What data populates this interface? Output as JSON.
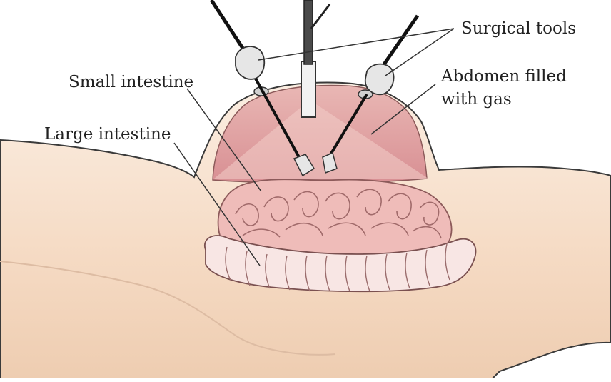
{
  "labels": {
    "surgical_tools": "Surgical tools",
    "small_intestine": "Small intestine",
    "abdomen_line1": "Abdomen filled",
    "abdomen_line2": "with gas",
    "large_intestine": "Large intestine"
  },
  "colors": {
    "skin": "#f6dcc6",
    "skin_dark": "#ecc3a4",
    "outline": "#3a3a3a",
    "gas_cavity": "#d9969a",
    "gas_light": "#eec4c0",
    "intestine": "#f1c4c0",
    "intestine_dark": "#c98d8d",
    "large_intestine": "#f9e8e6",
    "instrument": "#1a1a1a",
    "port": "#d8d8d8"
  }
}
